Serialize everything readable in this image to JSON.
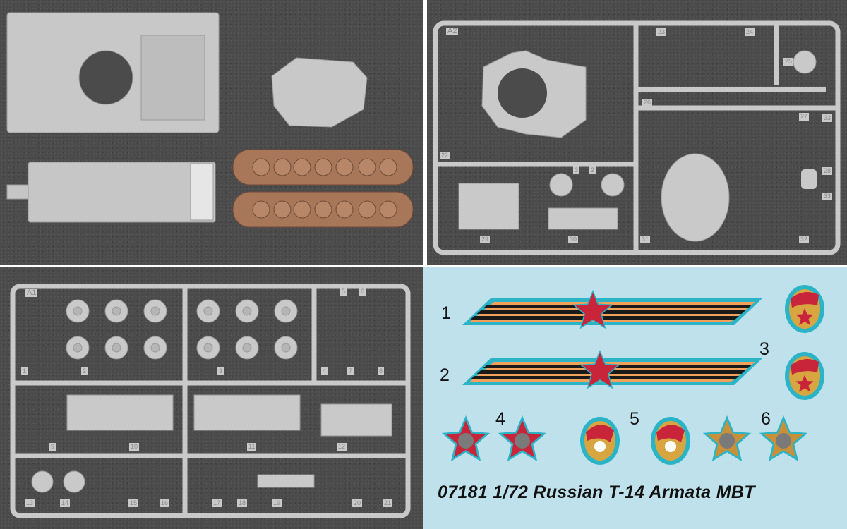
{
  "colors": {
    "plastic": "#c9c9c9",
    "background": "#4b4b4b",
    "tracks": "#a8775a",
    "decal_sheet": "#bfe1ec",
    "ribbon_orange": "#f1a15a",
    "ribbon_black": "#1a1a1a",
    "decal_outline": "#2bb3c6",
    "star_red": "#c8243a"
  },
  "sprue_a2": {
    "letter": "A2",
    "part_numbers": [
      "22",
      "23",
      "24",
      "25",
      "26",
      "27",
      "33",
      "28",
      "33",
      "29",
      "30",
      "31",
      "32",
      "3",
      "2"
    ]
  },
  "sprue_a1": {
    "letter": "A1",
    "part_numbers": [
      "1",
      "2",
      "3",
      "4",
      "5",
      "6",
      "7",
      "8",
      "9",
      "10",
      "11",
      "12",
      "13",
      "14",
      "15",
      "16",
      "17",
      "18",
      "19",
      "20",
      "21"
    ]
  },
  "decals": {
    "numbers": [
      "1",
      "2",
      "3",
      "4",
      "5",
      "6"
    ],
    "title": "07181 1/72 Russian T-14 Armata MBT"
  }
}
